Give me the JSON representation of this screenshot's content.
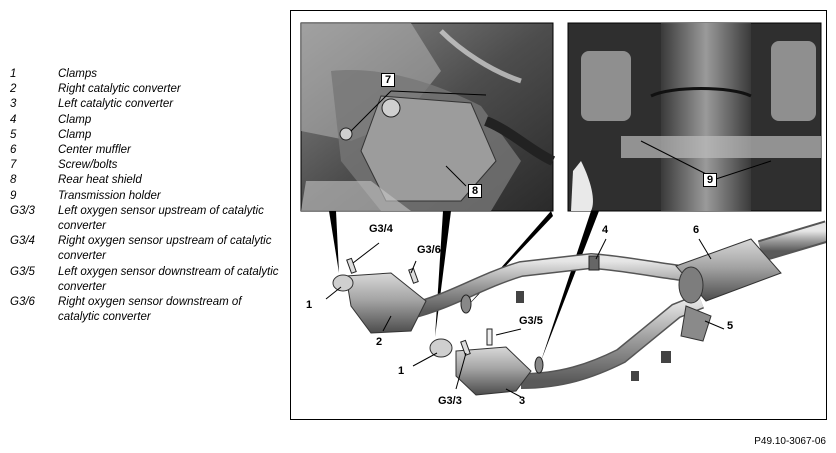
{
  "legend": {
    "items": [
      {
        "key": "1",
        "text": "Clamps"
      },
      {
        "key": "2",
        "text": "Right catalytic converter"
      },
      {
        "key": "3",
        "text": "Left catalytic converter"
      },
      {
        "key": "4",
        "text": "Clamp"
      },
      {
        "key": "5",
        "text": "Clamp"
      },
      {
        "key": "6",
        "text": "Center muffler"
      },
      {
        "key": "7",
        "text": "Screw/bolts"
      },
      {
        "key": "8",
        "text": "Rear heat shield"
      },
      {
        "key": "9",
        "text": "Transmission holder"
      },
      {
        "key": "G3/3",
        "text": "Left oxygen sensor upstream of catalytic converter"
      },
      {
        "key": "G3/4",
        "text": "Right oxygen sensor upstream of catalytic converter"
      },
      {
        "key": "G3/5",
        "text": "Left oxygen sensor downstream of catalytic converter"
      },
      {
        "key": "G3/6",
        "text": "Right oxygen sensor downstream of catalytic converter"
      }
    ]
  },
  "callouts": {
    "inset_left_7": "7",
    "inset_left_8": "8",
    "inset_right_9": "9",
    "g34": "G3/4",
    "g36": "G3/6",
    "n4": "4",
    "n6": "6",
    "n1_top": "1",
    "n2": "2",
    "g35": "G3/5",
    "n5": "5",
    "n1_bottom": "1",
    "g33": "G3/3",
    "n3": "3"
  },
  "figure_ref": "P49.10-3067-06"
}
